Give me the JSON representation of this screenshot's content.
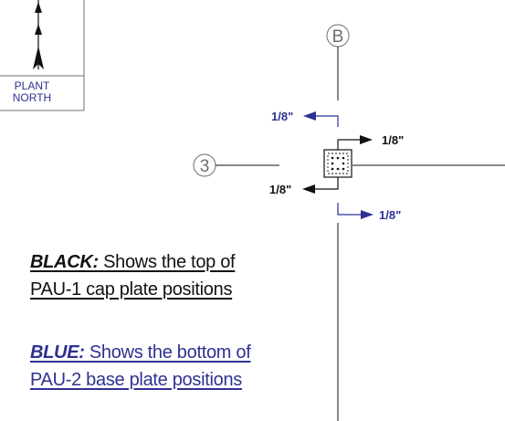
{
  "north_arrow": {
    "line1": "PLANT",
    "line2": "NORTH"
  },
  "grid": {
    "column": "B",
    "row": "3"
  },
  "offsets": {
    "blue_top": "1/8\"",
    "black_right": "1/8\"",
    "black_left": "1/8\"",
    "blue_bottom": "1/8\""
  },
  "legend": {
    "black": {
      "key": "BLACK:",
      "line1": " Shows the top of ",
      "line2": "PAU-1 cap plate positions"
    },
    "blue": {
      "key": "BLUE:",
      "line1": " Shows the bottom of",
      "line2": "PAU-2 base plate positions"
    }
  },
  "colors": {
    "black": "#111111",
    "blue": "#2e3192",
    "north_text": "#2e3192",
    "grid": "#6d6e71"
  }
}
